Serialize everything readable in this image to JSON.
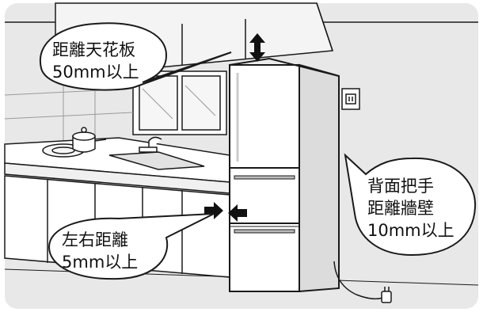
{
  "callouts": {
    "top": {
      "lines": [
        "距離天花板",
        "50mm以上"
      ]
    },
    "side": {
      "lines": [
        "左右距離",
        "5mm以上"
      ]
    },
    "back": {
      "lines": [
        "背面把手",
        "距離牆壁",
        "10mm以上"
      ]
    }
  },
  "colors": {
    "background": "#e8e8e8",
    "line": "#1a1a1a",
    "bubble": "#ffffff"
  },
  "icons": {
    "clearance_top": "double-vertical-arrow",
    "clearance_left": "arrow-right",
    "clearance_right": "arrow-left",
    "outlet": "wall-outlet",
    "plug": "power-plug"
  }
}
